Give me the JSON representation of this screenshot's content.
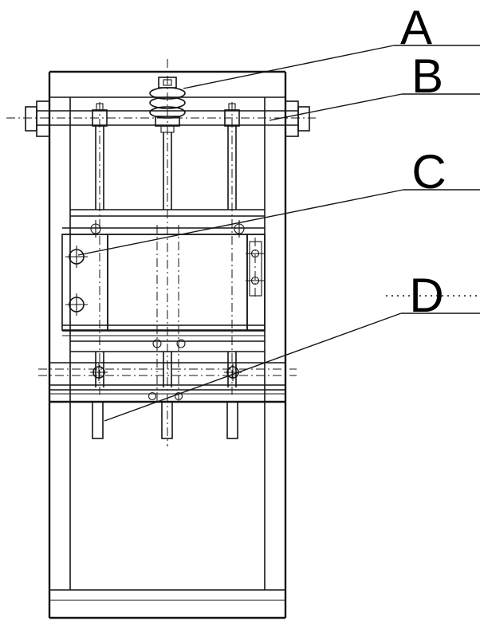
{
  "figure": {
    "kind": "engineering-drawing-front-view",
    "labels": {
      "a": "A",
      "b": "B",
      "c": "C",
      "d": "D"
    }
  },
  "colors": {
    "line": "#141414",
    "background": "#ffffff"
  }
}
